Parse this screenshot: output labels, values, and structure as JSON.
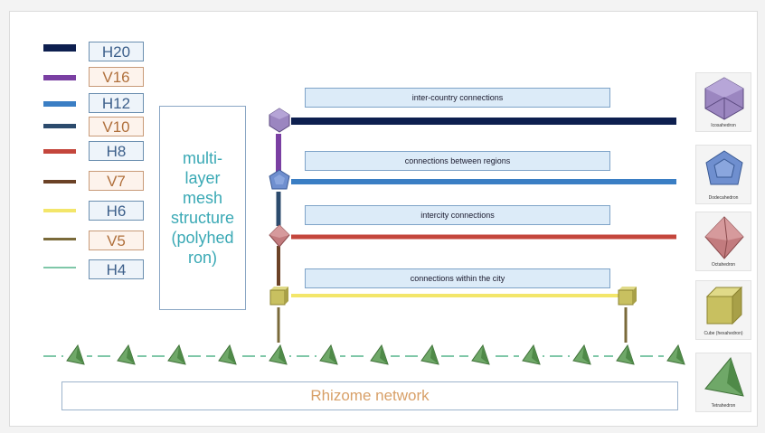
{
  "legend": [
    {
      "label": "H20",
      "kind": "h",
      "color": "#0d1f4f",
      "thickness": 8
    },
    {
      "label": "V16",
      "kind": "v",
      "color": "#7a3fa2",
      "thickness": 6
    },
    {
      "label": "H12",
      "kind": "h",
      "color": "#3a7ec4",
      "thickness": 6
    },
    {
      "label": "V10",
      "kind": "v",
      "color": "#2c4b6d",
      "thickness": 5
    },
    {
      "label": "H8",
      "kind": "h",
      "color": "#c4463c",
      "thickness": 5
    },
    {
      "label": "V7",
      "kind": "v",
      "color": "#6b4226",
      "thickness": 4
    },
    {
      "label": "H6",
      "kind": "h",
      "color": "#f3e66a",
      "thickness": 4
    },
    {
      "label": "V5",
      "kind": "v",
      "color": "#7a6a3a",
      "thickness": 3
    },
    {
      "label": "H4",
      "kind": "h",
      "color": "#7fc7a8",
      "thickness": 2
    }
  ],
  "mesh_label": "multi-\nlayer\nmesh\nstructure\n(polyhed\nron)",
  "connections": [
    {
      "label": "inter-country connections"
    },
    {
      "label": "connections between regions"
    },
    {
      "label": "intercity connections"
    },
    {
      "label": "connections within the city"
    }
  ],
  "rhizome_label": "Rhizome network",
  "polyhedra": [
    {
      "caption": "Icosahedron",
      "color": "#9b86c0"
    },
    {
      "caption": "Dodecahedron",
      "color": "#6f8fcf"
    },
    {
      "caption": "Octahedron",
      "color": "#c27b7e"
    },
    {
      "caption": "Cube (hexahedron)",
      "color": "#c8c060"
    },
    {
      "caption": "Tetrahedron",
      "color": "#6fa868"
    }
  ]
}
